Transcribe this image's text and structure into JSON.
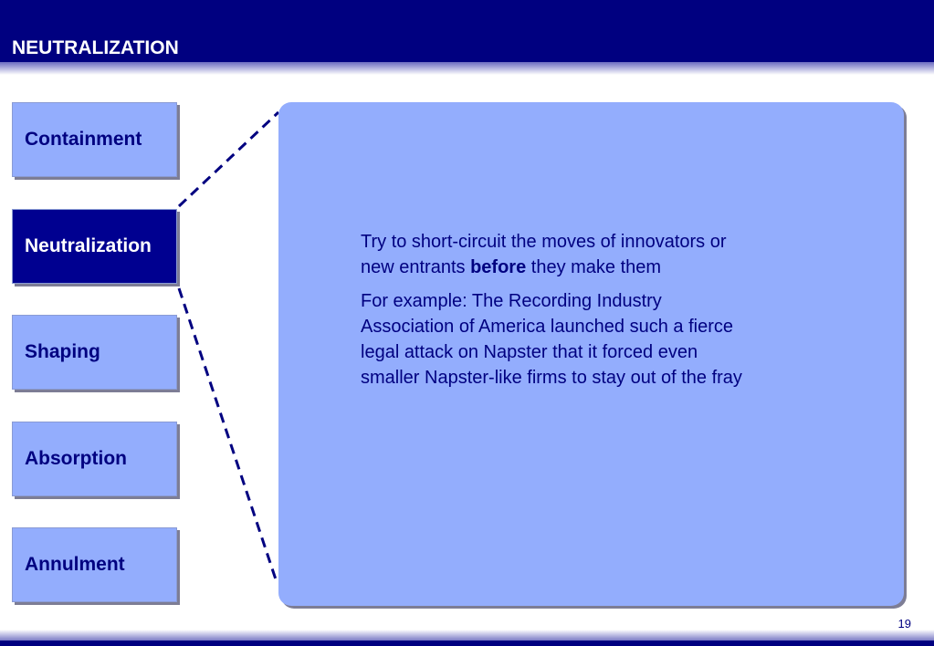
{
  "header": {
    "title": "NEUTRALIZATION"
  },
  "nav": {
    "items": [
      {
        "label": "Containment",
        "active": false
      },
      {
        "label": "Neutralization",
        "active": true
      },
      {
        "label": "Shaping",
        "active": false
      },
      {
        "label": "Absorption",
        "active": false
      },
      {
        "label": "Annulment",
        "active": false
      }
    ]
  },
  "content": {
    "para1_before": "Try to short-circuit the moves of innovators or new entrants ",
    "para1_bold": "before",
    "para1_after": " they make them",
    "para2": "For example: The Recording Industry Association of America launched such a fierce legal attack on Napster that it forced even smaller Napster-like firms to stay out of the fray"
  },
  "footer": {
    "page_number": "19"
  },
  "colors": {
    "header": "#000080",
    "panel": "#93adfd",
    "active_item": "#000090",
    "text": "#000080"
  }
}
